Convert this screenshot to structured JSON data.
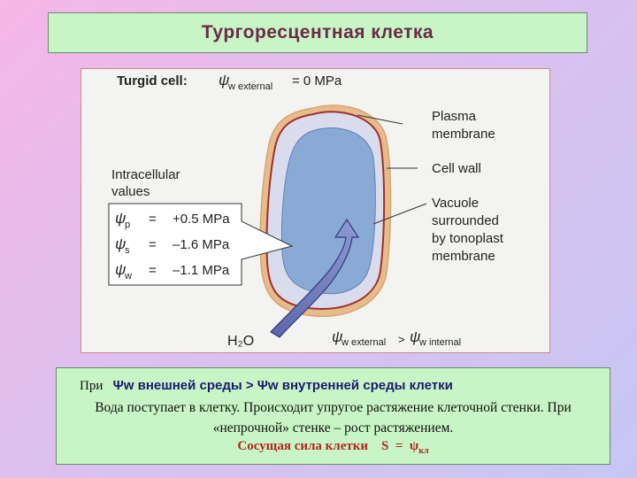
{
  "title": "Тургоресцентная клетка",
  "figure": {
    "heading": "Turgid cell:",
    "heading_psi": "ψ",
    "heading_sub": "w external",
    "heading_value": "= 0 MPa",
    "labels": {
      "plasma_1": "Plasma",
      "plasma_2": "membrane",
      "cell_wall": "Cell wall",
      "vacuole_1": "Vacuole",
      "vacuole_2": "surrounded",
      "vacuole_3": "by tonoplast",
      "vacuole_4": "membrane"
    },
    "intracellular_1": "Intracellular",
    "intracellular_2": "values",
    "values": [
      {
        "psi": "ψ",
        "sub": "p",
        "eq": "=",
        "val": "+0.5 MPa"
      },
      {
        "psi": "ψ",
        "sub": "s",
        "eq": "=",
        "val": "–1.6 MPa"
      },
      {
        "psi": "ψ",
        "sub": "w",
        "eq": "=",
        "val": "–1.1 MPa"
      }
    ],
    "h2o": "H₂O",
    "bottom_psi1": "ψ",
    "bottom_sub1": "w external",
    "bottom_gt": ">",
    "bottom_psi2": "ψ",
    "bottom_sub2": "w internal"
  },
  "caption": {
    "line1_pre": "При",
    "line1_bold": "Ψw внешней среды > Ψw внутренней среды клетки",
    "line2": "Вода поступает в клетку. Происходит упругое растяжение клеточной стенки. При «непрочной» стенке – рост растяжением.",
    "line3_a": "Сосущая сила клетки",
    "line3_b": "S  =  ψ",
    "line3_sub": "кл"
  },
  "colors": {
    "vacuole": "#8aaad6",
    "cytoplasm": "#d8dcec",
    "cell_wall": "#e7bc8c",
    "plasma_membrane": "#a0312a",
    "arrow": "#6a78b8",
    "title_text": "#6b2a4a",
    "caption_red": "#b3261e"
  }
}
